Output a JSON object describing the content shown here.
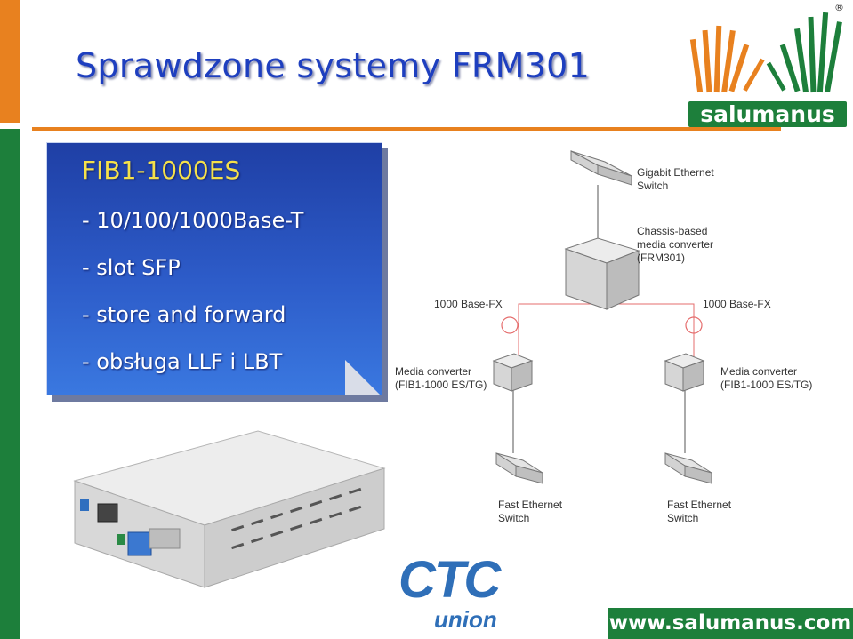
{
  "slide": {
    "title": "Sprawdzone systemy FRM301",
    "logo_text": "salumanus",
    "registered_mark": "®",
    "website": "www.salumanus.com",
    "colors": {
      "orange": "#e8811f",
      "green": "#1d7f3b",
      "title_blue": "#1e3fbf",
      "box_title_yellow": "#f5e14a"
    }
  },
  "infobox": {
    "title": "FIB1-1000ES",
    "bullets": [
      "- 10/100/1000Base-T",
      "- slot SFP",
      "- store and forward",
      "- obsługa LLF i LBT"
    ]
  },
  "diagram": {
    "top_switch": [
      "Gigabit Ethernet",
      "Switch"
    ],
    "chassis": [
      "Chassis-based",
      "media converter",
      "(FRM301)"
    ],
    "link_left": "1000 Base-FX",
    "link_right": "1000 Base-FX",
    "mc_left": [
      "Media converter",
      "(FIB1-1000 ES/TG)"
    ],
    "mc_right": [
      "Media converter",
      "(FIB1-1000 ES/TG)"
    ],
    "fe_left": [
      "Fast Ethernet",
      "Switch"
    ],
    "fe_right": [
      "Fast Ethernet",
      "Switch"
    ]
  },
  "brand": {
    "ctc_logo_top": "CTC",
    "ctc_logo_bottom": "union"
  }
}
